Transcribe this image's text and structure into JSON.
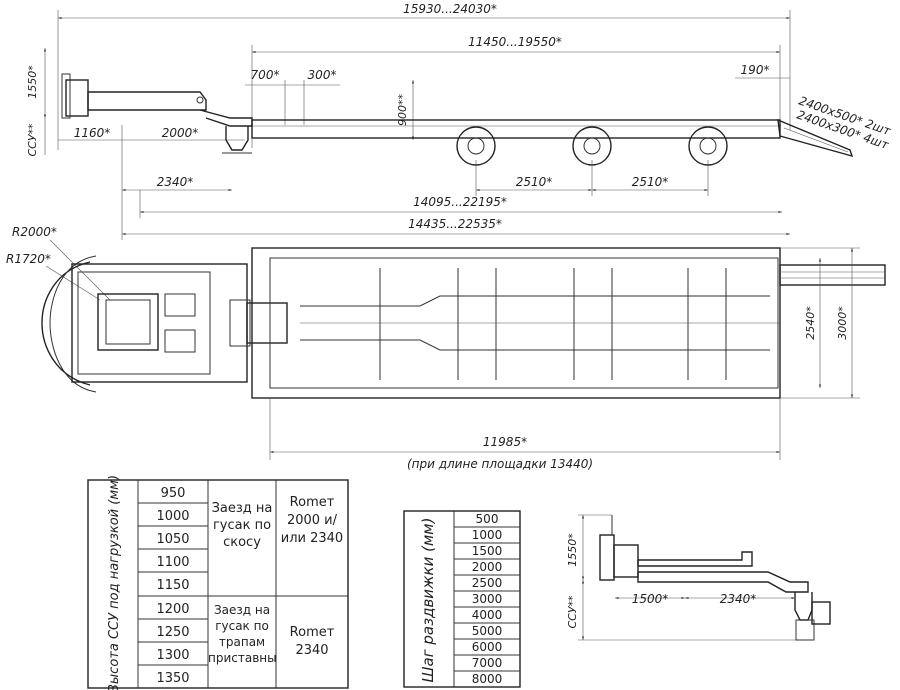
{
  "dimensions": {
    "overall_length": "15930...24030*",
    "platform_length": "11450...19550*",
    "d700": "700*",
    "d300": "300*",
    "d190": "190*",
    "d900": "900**",
    "h1550": "1550*",
    "ssu": "ССУ**",
    "d1160": "1160*",
    "d2000": "2000*",
    "d2340": "2340*",
    "axle1": "2510*",
    "axle2": "2510*",
    "len14095": "14095...22195*",
    "len14435": "14435...22535*",
    "ramp1": "2400x500* 2шт",
    "ramp2": "2400x300* 4шт",
    "r2000": "R2000*",
    "r1720": "R1720*",
    "w2540": "2540*",
    "w3000": "3000*",
    "d11985": "11985*",
    "note_platform": "(при длине площадки 13440)"
  },
  "ssu_table": {
    "header": "Высота ССУ под нагрузкой (мм)",
    "heights": [
      "950",
      "1000",
      "1050",
      "1100",
      "1150",
      "1200",
      "1250",
      "1300",
      "1350"
    ],
    "group1_access": "Заезд на гусак по скосу",
    "group1_ramp": "Romeт 2000 и/или 2340",
    "group2_access": "Заезд на гусак по трапам приставным",
    "group2_ramp": "Romeт 2340"
  },
  "step_table": {
    "header": "Шаг раздвижки (мм)",
    "steps": [
      "500",
      "1000",
      "1500",
      "2000",
      "2500",
      "3000",
      "4000",
      "5000",
      "6000",
      "7000",
      "8000"
    ]
  },
  "detail": {
    "h1550": "1550*",
    "ssu": "ССУ**",
    "d1500": "1500*",
    "d2340": "2340*"
  }
}
